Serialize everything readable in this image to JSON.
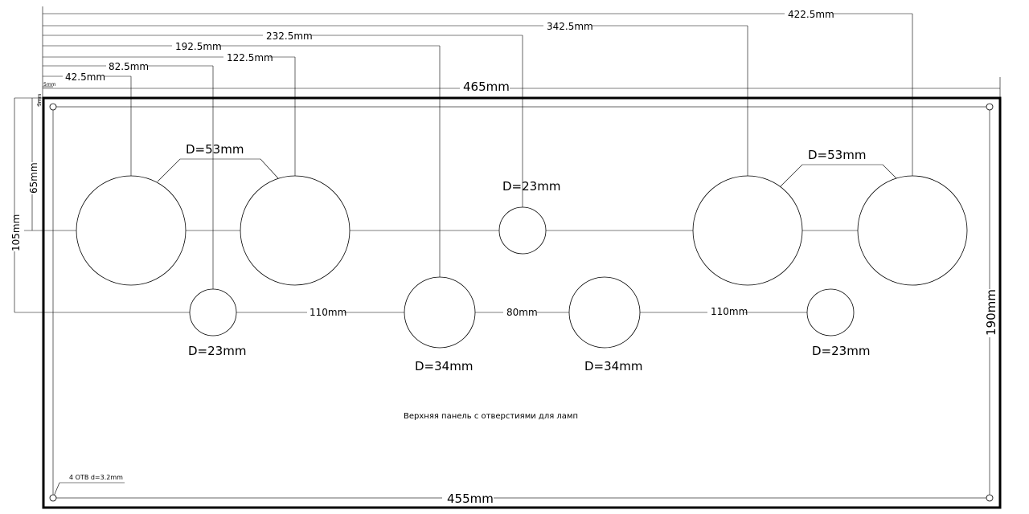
{
  "drawing": {
    "caption": "Верхняя панель с отверстиями для ламп",
    "mounting_note": "4 ОТВ d=3.2mm",
    "overall_width": "465mm",
    "inner_width": "455mm",
    "height": "190mm",
    "offset_left": "5mm",
    "offset_top": "5mm",
    "dim_65": "65mm",
    "dim_105": "105mm",
    "top_dims": [
      "42.5mm",
      "82.5mm",
      "122.5mm",
      "192.5mm",
      "232.5mm",
      "342.5mm",
      "422.5mm"
    ],
    "spacing_labels": [
      "110mm",
      "80mm",
      "110mm"
    ],
    "hole_labels": {
      "d53_left": "D=53mm",
      "d53_right": "D=53mm",
      "d23_top": "D=23mm",
      "d23_left": "D=23mm",
      "d34_left": "D=34mm",
      "d34_right": "D=34mm",
      "d23_right": "D=23mm"
    }
  }
}
